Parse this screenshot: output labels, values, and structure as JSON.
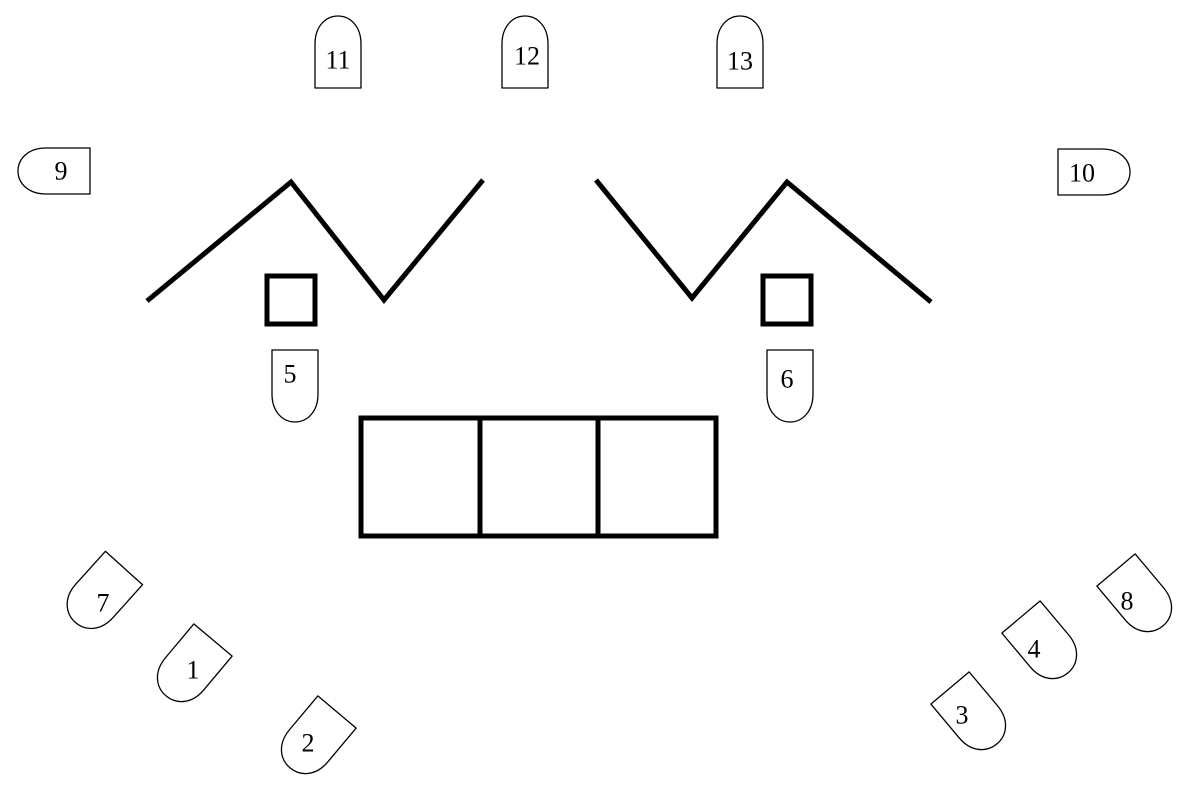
{
  "diagram": {
    "line_color": "#000000",
    "background": "#ffffff",
    "markers": [
      {
        "id": "m1",
        "label": "1"
      },
      {
        "id": "m2",
        "label": "2"
      },
      {
        "id": "m3",
        "label": "3"
      },
      {
        "id": "m4",
        "label": "4"
      },
      {
        "id": "m5",
        "label": "5"
      },
      {
        "id": "m6",
        "label": "6"
      },
      {
        "id": "m7",
        "label": "7"
      },
      {
        "id": "m8",
        "label": "8"
      },
      {
        "id": "m9",
        "label": "9"
      },
      {
        "id": "m10",
        "label": "10"
      },
      {
        "id": "m11",
        "label": "11"
      },
      {
        "id": "m12",
        "label": "12"
      },
      {
        "id": "m13",
        "label": "13"
      }
    ]
  }
}
